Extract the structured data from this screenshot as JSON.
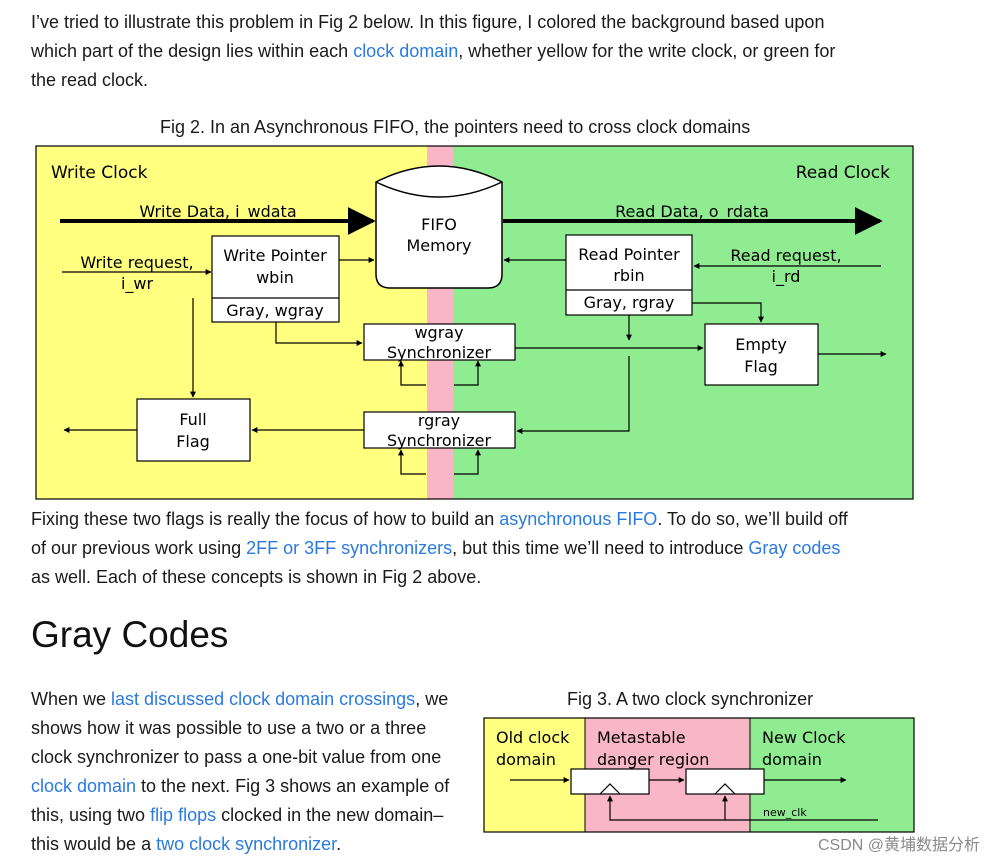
{
  "intro": {
    "t1": "I’ve tried to illustrate this problem in Fig 2 below. In this figure, I colored the background based upon",
    "t2a": "which part of the design lies within each ",
    "link_clock_domain": "clock domain",
    "t2b": ", whether yellow for the write clock, or green for",
    "t3": "the read clock."
  },
  "fig2": {
    "caption": "Fig 2. In an Asynchronous FIFO, the pointers need to cross clock domains",
    "write_clock": "Write Clock",
    "read_clock": "Read Clock",
    "write_data": "Write Data, i_wdata",
    "read_data": "Read Data, o_rdata",
    "fifo_l1": "FIFO",
    "fifo_l2": "Memory",
    "write_req_l1": "Write request,",
    "write_req_l2": "i_wr",
    "read_req_l1": "Read request,",
    "read_req_l2": "i_rd",
    "wptr_l1": "Write Pointer",
    "wptr_l2": "wbin",
    "wgray": "Gray, wgray",
    "rptr_l1": "Read Pointer",
    "rptr_l2": "rbin",
    "rgray": "Gray, rgray",
    "wsync_l1": "wgray",
    "wsync_l2": "Synchronizer",
    "rsync_l1": "rgray",
    "rsync_l2": "Synchronizer",
    "empty_l1": "Empty",
    "empty_l2": "Flag",
    "full_l1": "Full",
    "full_l2": "Flag",
    "colors": {
      "write": "#ffff80",
      "cross": "#f8b6c6",
      "read": "#90ec90"
    }
  },
  "fixing": {
    "t1a": "Fixing these two flags is really the focus of how to build an ",
    "link_async_fifo": "asynchronous FIFO",
    "t1b": ". To do so, we’ll build off",
    "t2a": "of our previous work using ",
    "link_2ff": "2FF or 3FF synchronizers",
    "t2b": ", but this time we’ll need to introduce ",
    "link_gray": "Gray codes",
    "t3": "as well. Each of these concepts is shown in Fig 2 above."
  },
  "gray_heading": "Gray Codes",
  "gray_para": {
    "t1a": "When we ",
    "link_last": "last discussed clock domain crossings",
    "t1b": ", we",
    "t2": "shows how it was possible to use a two or a three",
    "t3": "clock synchronizer to pass a one-bit value from one",
    "link_cd": "clock domain",
    "t4b": " to the next. Fig 3 shows an example of",
    "t5a": "this, using two ",
    "link_ff": "flip flops",
    "t5b": " clocked in the new domain–",
    "t6a": "this would be a ",
    "link_tcs": "two clock synchronizer",
    "t6b": "."
  },
  "fig3": {
    "caption": "Fig 3. A two clock synchronizer",
    "old_l1": "Old clock",
    "old_l2": "domain",
    "meta_l1": "Metastable",
    "meta_l2": "danger region",
    "new_l1": "New Clock",
    "new_l2": "domain",
    "new_clk": "new_clk"
  },
  "watermark": "CSDN @黄埔数据分析"
}
